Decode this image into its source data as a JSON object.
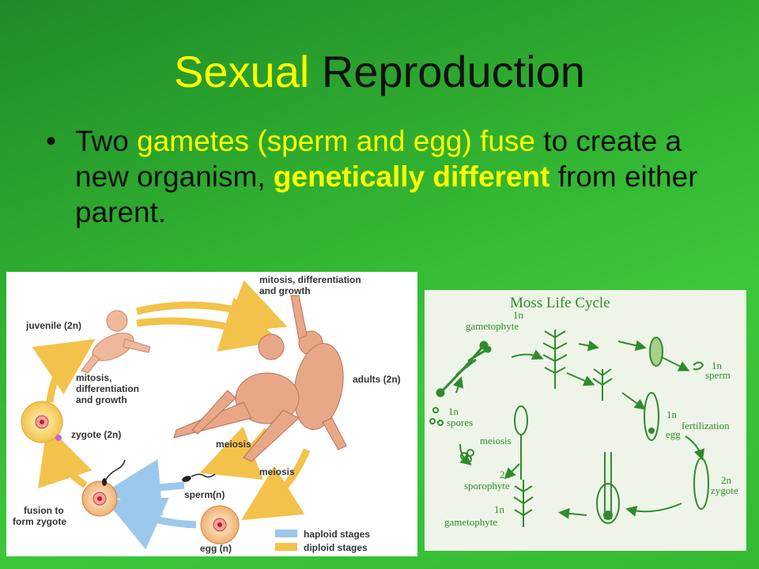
{
  "slide": {
    "title_part1": "Sexual",
    "title_part2": "Reproduction",
    "bullet": {
      "marker": "•",
      "seg1": "Two ",
      "seg2": "gametes (sperm and egg) fuse",
      "seg3": " to create a new organism, ",
      "seg4": "genetically different",
      "seg5": " from either parent."
    }
  },
  "human_cycle": {
    "labels": {
      "mitosis_top_1": "mitosis, differentiation",
      "mitosis_top_2": "and growth",
      "juvenile": "juvenile (2n)",
      "mitosis_left_1": "mitosis,",
      "mitosis_left_2": "differentiation",
      "mitosis_left_3": "and growth",
      "adults": "adults (2n)",
      "zygote": "zygote (2n)",
      "meiosis_1": "meiosis",
      "meiosis_2": "meiosis",
      "sperm": "sperm(n)",
      "fusion_1": "fusion to",
      "fusion_2": "form zygote",
      "egg": "egg (n)"
    },
    "legend": [
      {
        "label": "haploid stages",
        "color": "#9cc8ec"
      },
      {
        "label": "diploid stages",
        "color": "#f2c24a"
      }
    ]
  },
  "moss_cycle": {
    "title": "Moss Life Cycle",
    "labels": {
      "gametophyte_top_1": "1n",
      "gametophyte_top_2": "gametophyte",
      "sperm_1": "1n",
      "sperm_2": "sperm",
      "spores_1": "1n",
      "spores_2": "spores",
      "fertilization_1": "1n",
      "fertilization_2": "fertilization",
      "egg": "egg",
      "meiosis": "meiosis",
      "sporophyte_1": "2n",
      "sporophyte_2": "sporophyte",
      "zygote_1": "2n",
      "zygote_2": "zygote",
      "gametophyte_bottom_1": "1n",
      "gametophyte_bottom_2": "gametophyte"
    }
  },
  "colors": {
    "background": "#2fae2f",
    "highlight_yellow": "#ffff00",
    "moss_green": "#2e8b2e",
    "arrow_yellow": "#f2c24a",
    "arrow_blue": "#9cc8ec"
  }
}
